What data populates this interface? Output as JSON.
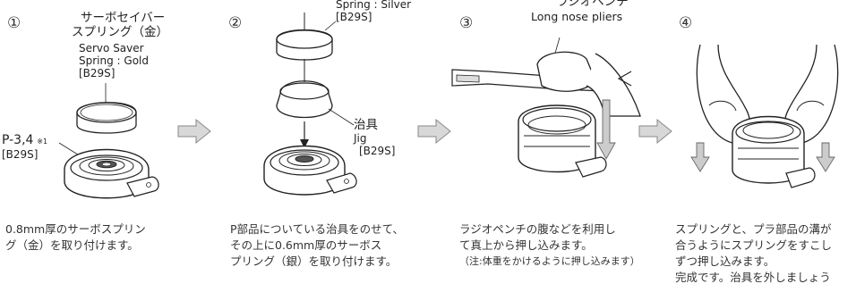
{
  "steps": [
    {
      "number": "①",
      "labels": {
        "part_jp_line1": "サーボセイバー",
        "part_jp_line2": "スプリング（金）",
        "part_en_line1": "Servo Saver",
        "part_en_line2": "Spring : Gold",
        "part_code": "[B29S]",
        "p_part": "P-3,4",
        "p_note": "※1",
        "p_code": "[B29S]"
      },
      "description": [
        "0.8mm厚のサーボスプリン",
        "グ（金）を取り付けます。"
      ]
    },
    {
      "number": "②",
      "labels": {
        "spring_en": "Spring : Silver",
        "spring_code": "[B29S]",
        "jig_jp": "治具",
        "jig_en": "Jig",
        "jig_code": "[B29S]"
      },
      "description": [
        "P部品についている治具をのせて、",
        "その上に0.6mm厚のサーボス",
        "プリング（銀）を取り付けます。"
      ]
    },
    {
      "number": "③",
      "labels": {
        "pliers_jp": "ラジオペンチ",
        "pliers_en": "Long nose pliers"
      },
      "description": [
        "ラジオペンチの腹などを利用し",
        "て真上から押し込みます。",
        "（注:体重をかけるように押し込みます）"
      ]
    },
    {
      "number": "④",
      "labels": {},
      "description": [
        "スプリングと、プラ部品の溝が",
        "合うようにスプリングをすこし",
        "ずつ押し込みます。",
        "完成です。治具を外しましょう"
      ]
    }
  ]
}
